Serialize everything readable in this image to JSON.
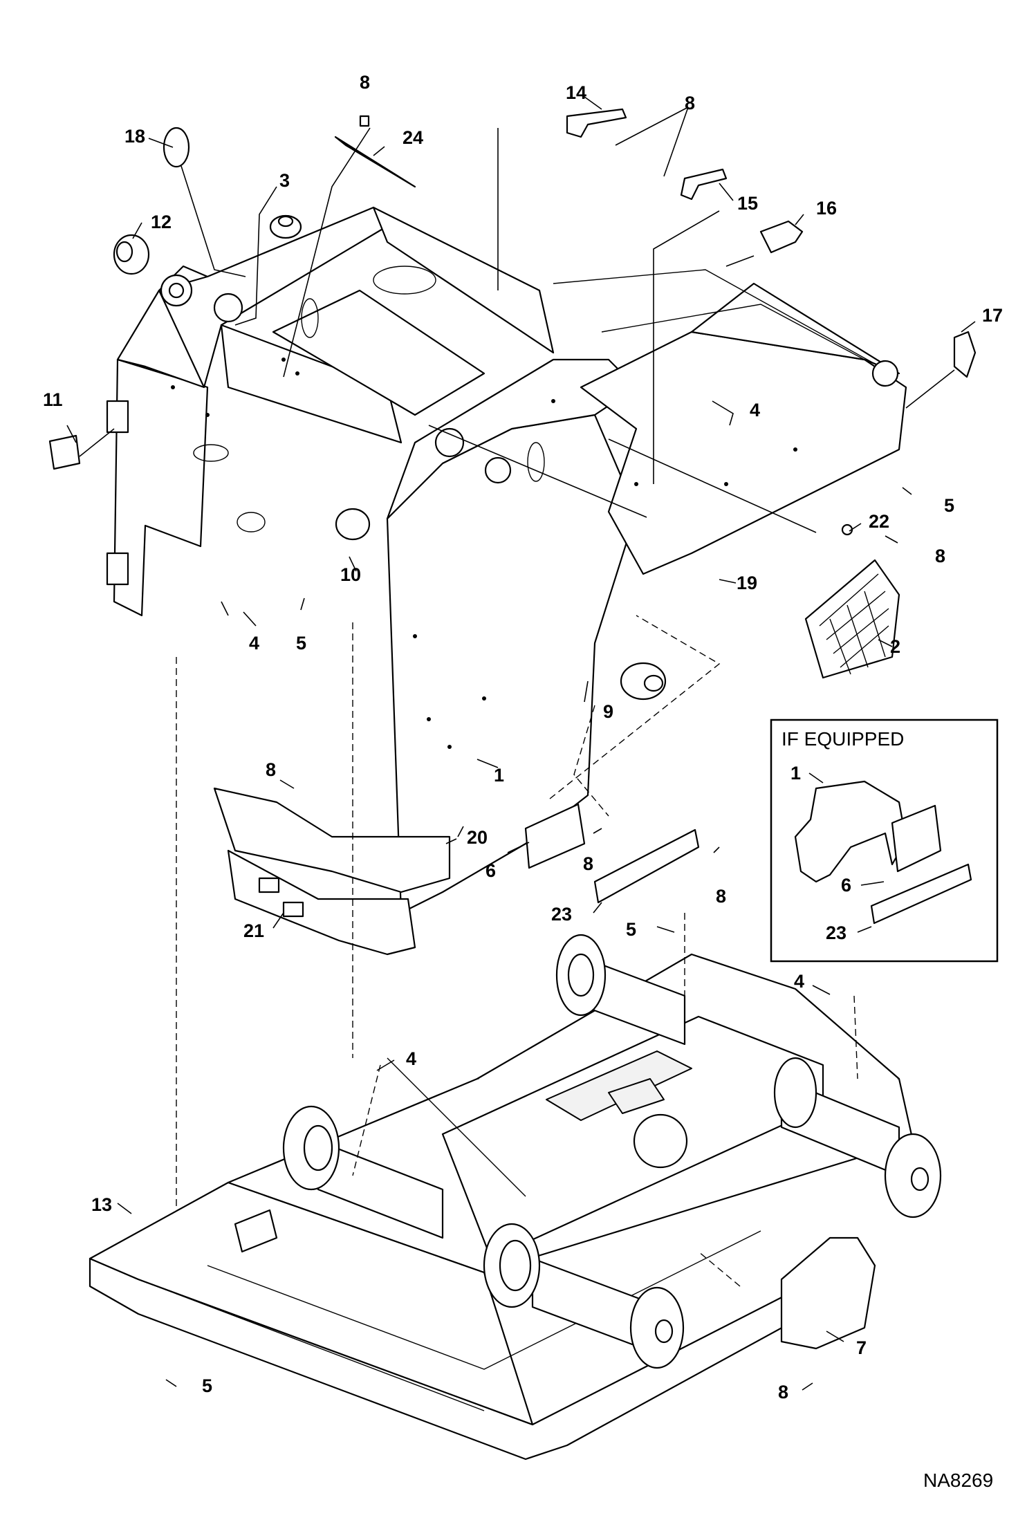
{
  "drawing_number": "NA8269",
  "inset": {
    "title": "IF EQUIPPED",
    "callouts": [
      "1",
      "6",
      "23"
    ]
  },
  "callouts": [
    "1",
    "2",
    "3",
    "4",
    "4",
    "4",
    "4",
    "5",
    "5",
    "5",
    "5",
    "6",
    "7",
    "8",
    "8",
    "8",
    "8",
    "8",
    "8",
    "8",
    "9",
    "10",
    "11",
    "12",
    "13",
    "14",
    "15",
    "16",
    "17",
    "18",
    "19",
    "20",
    "21",
    "22",
    "23",
    "24"
  ]
}
